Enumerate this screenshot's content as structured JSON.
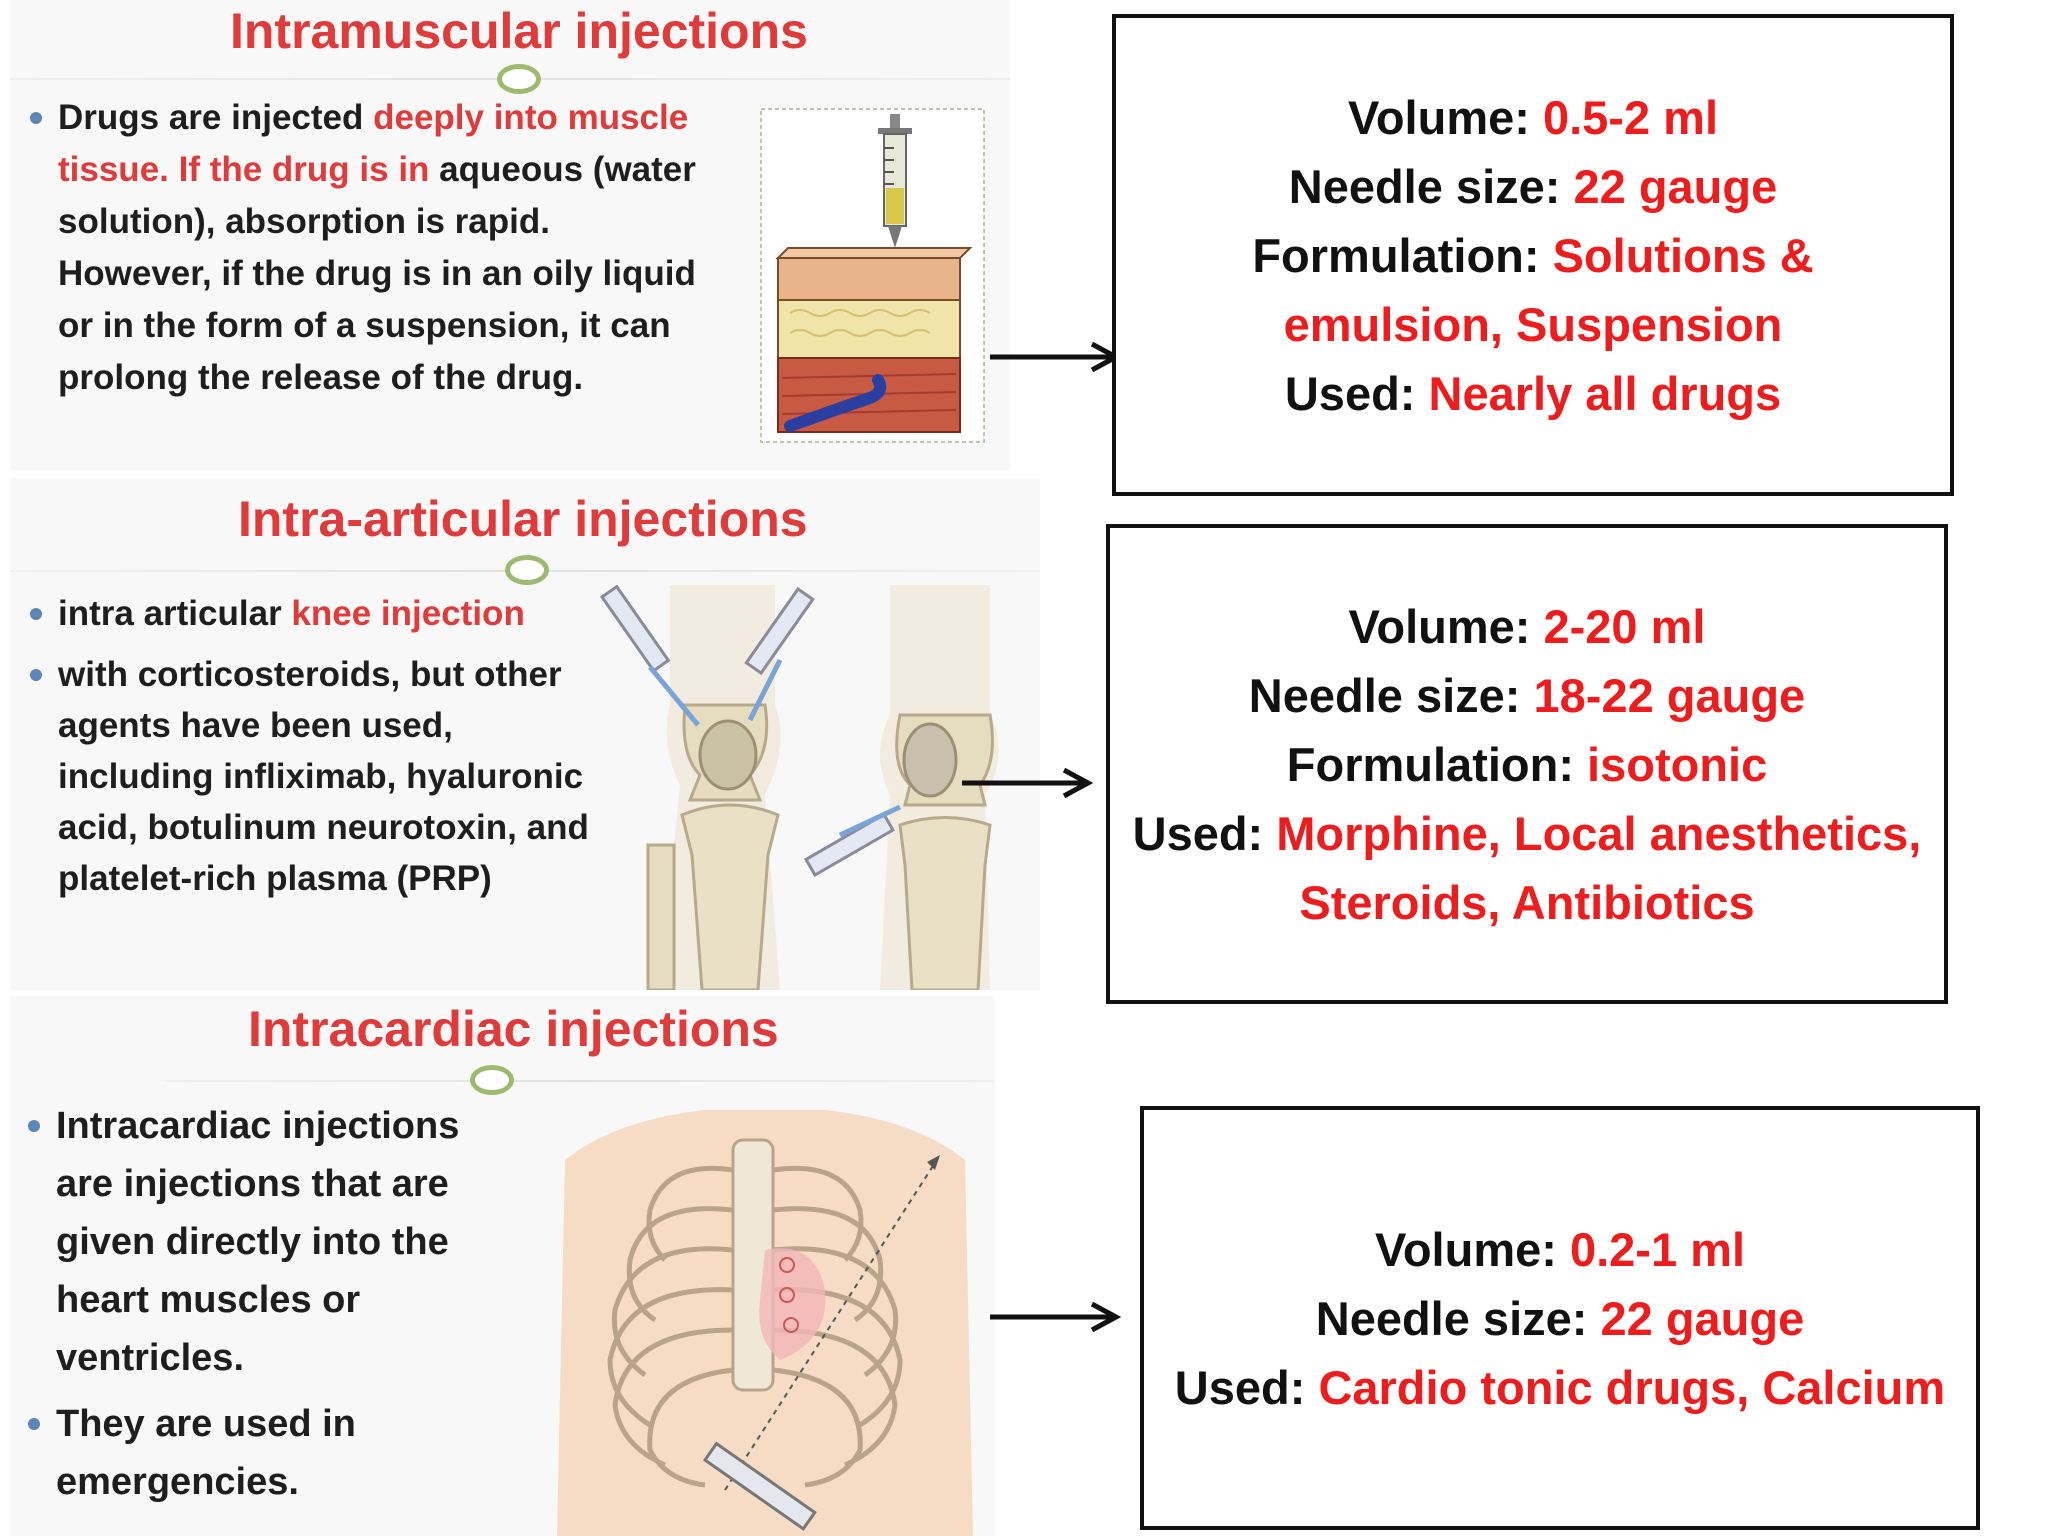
{
  "sections": [
    {
      "title": "Intramuscular injections",
      "bullets": [
        {
          "parts": [
            {
              "text": "Drugs are injected ",
              "hl": false
            },
            {
              "text": "deeply into muscle tissue. If the drug is in",
              "hl": true
            },
            {
              "text": " aqueous (water solution), absorption is rapid. However, if the drug is in an oily liquid or in the form of a suspension, it can prolong the release of the drug.",
              "hl": false
            }
          ]
        }
      ],
      "info": [
        {
          "label": "Volume: ",
          "value": "0.5-2 ml"
        },
        {
          "label": "Needle size: ",
          "value": "22 gauge"
        },
        {
          "label": "Formulation: ",
          "value": "Solutions & emulsion, Suspension"
        },
        {
          "label": "Used: ",
          "value": "Nearly all drugs"
        }
      ]
    },
    {
      "title": "Intra-articular injections",
      "bullets": [
        {
          "parts": [
            {
              "text": "intra articular ",
              "hl": false
            },
            {
              "text": "knee injection",
              "hl": true
            }
          ]
        },
        {
          "parts": [
            {
              "text": "with corticosteroids, but other agents have been used, including infliximab, hyaluronic acid, botulinum neurotoxin, and platelet-rich plasma (PRP)",
              "hl": false
            }
          ]
        }
      ],
      "info": [
        {
          "label": "Volume: ",
          "value": "2-20 ml"
        },
        {
          "label": "Needle size: ",
          "value": "18-22 gauge"
        },
        {
          "label": "Formulation: ",
          "value": "isotonic"
        },
        {
          "label": "Used: ",
          "value": "Morphine, Local anesthetics, Steroids, Antibiotics"
        }
      ]
    },
    {
      "title": "Intracardiac injections",
      "bullets": [
        {
          "parts": [
            {
              "text": "Intracardiac injections are injections that are given directly into the heart muscles or ventricles.",
              "hl": false
            }
          ]
        },
        {
          "parts": [
            {
              "text": "They are used in emergencies.",
              "hl": false
            }
          ]
        }
      ],
      "info": [
        {
          "label": "Volume: ",
          "value": "0.2-1 ml"
        },
        {
          "label": "Needle size: ",
          "value": "22 gauge"
        },
        {
          "label": "Used: ",
          "value": "Cardio tonic drugs, Calcium"
        }
      ]
    }
  ],
  "colors": {
    "highlight": "#e03a3a",
    "value_red": "#ee1c1c",
    "bullet_blue": "#5c86b8",
    "ring_green": "#9dbb6e"
  }
}
